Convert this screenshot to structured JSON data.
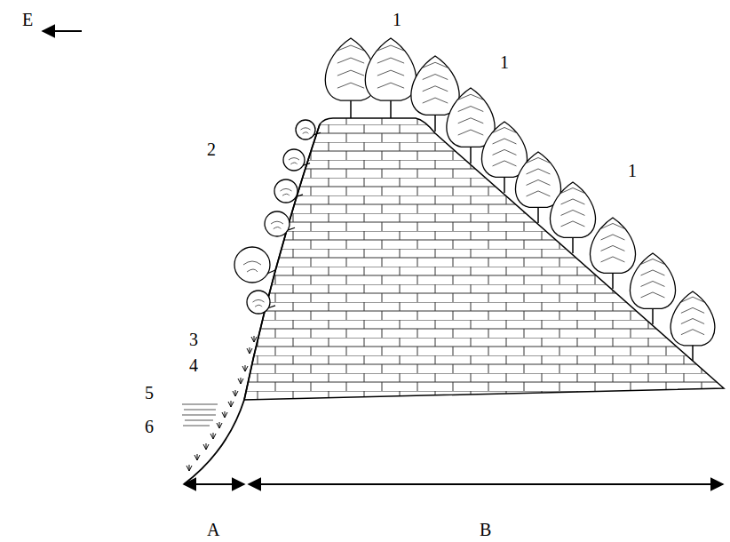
{
  "diagram": {
    "labels": [
      "E",
      "1",
      "1",
      "1",
      "2",
      "3",
      "4",
      "5",
      "6",
      "A",
      "B"
    ]
  }
}
